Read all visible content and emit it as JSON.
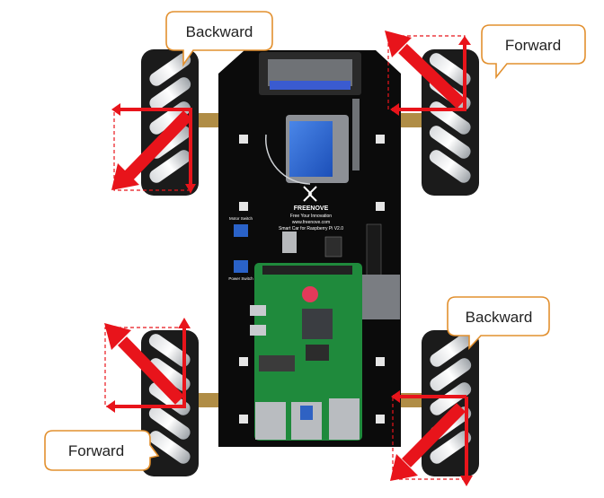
{
  "callouts": {
    "top_left": "Backward",
    "top_right": "Forward",
    "bottom_right": "Backward",
    "bottom_left": "Forward"
  },
  "board": {
    "brand": "FREENOVE",
    "tagline": "Free Your Innovation",
    "website": "www.freenove.com",
    "product": "Smart Car for Raspberry Pi V2.0",
    "switch_1": "Motor Switch",
    "switch_2": "Power Switch"
  },
  "colors": {
    "arrow": "#e8141b",
    "callout_border": "#e2902f",
    "board": "#0b0b0b",
    "pi_board": "#1f8a3c"
  },
  "icons": {
    "arrow": "arrow-icon",
    "wheel": "mecanum-wheel-icon"
  }
}
